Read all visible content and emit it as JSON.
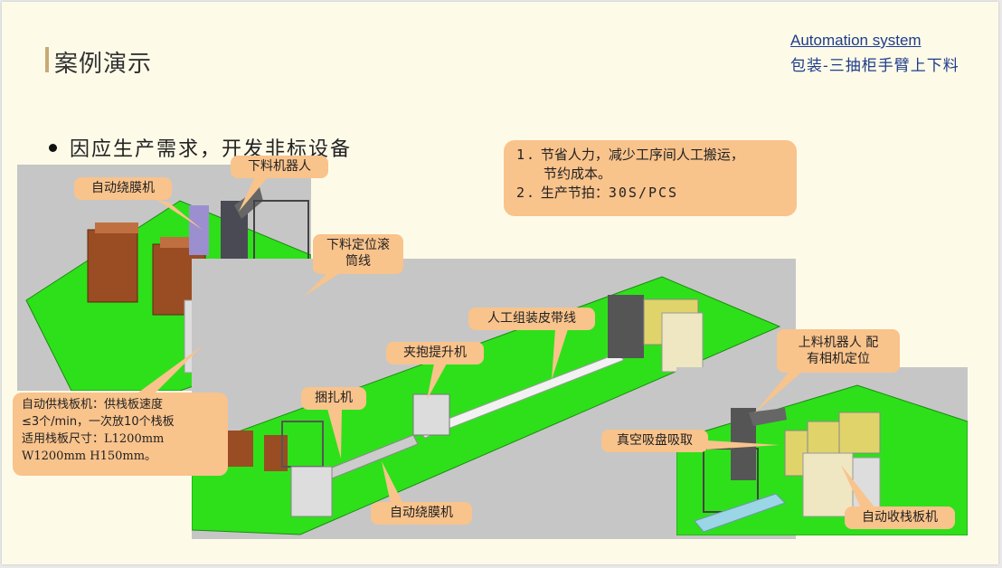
{
  "header": {
    "title": "案例演示",
    "system_link": "Automation  system",
    "system_subtitle": "包装-三抽柜手臂上下料"
  },
  "bullet": {
    "text": "因应生产需求，开发非标设备"
  },
  "note": {
    "line1_num": "1.",
    "line1": "节省人力，减少工序间人工搬运，",
    "line1b": "节约成本。",
    "line2_num": "2.",
    "line2_label": "生产节拍：",
    "line2_value": "30S/PCS"
  },
  "labels": {
    "unload_robot": "下料机器人",
    "auto_wrap_top": "自动绕膜机",
    "unload_roller_line1": "下料定位滚",
    "unload_roller_line2": "筒线",
    "manual_belt": "人工组装皮带线",
    "clamp_lift": "夹抱提升机",
    "load_robot_line1": "上料机器人 配",
    "load_robot_line2": "有相机定位",
    "strapping": "捆扎机",
    "vacuum": "真空吸盘吸取",
    "auto_wrap_bottom": "自动绕膜机",
    "auto_pallet_collect": "自动收栈板机",
    "pallet_supply_l1": "自动供栈板机：供栈板速度",
    "pallet_supply_l2": "≤3个/min，一次放10个栈板",
    "pallet_supply_l3": "适用栈板尺寸：L1200mm",
    "pallet_supply_l4": "W1200mm H150mm。"
  },
  "colors": {
    "callout": "#f9c38c",
    "floor": "#2ee01a",
    "link": "#1f3c8c"
  }
}
